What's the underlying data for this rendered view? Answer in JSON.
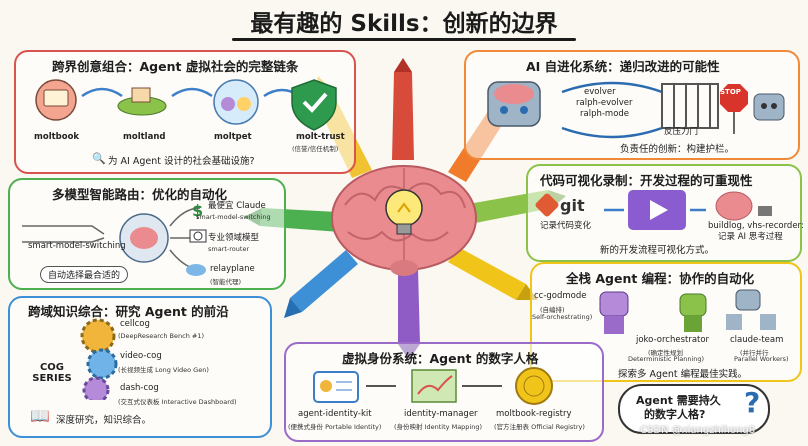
{
  "title": "最有趣的 Skills：创新的边界",
  "panels": {
    "social": {
      "title": "跨界创意组合：Agent 虚拟社会的完整链条",
      "items": [
        "moltbook",
        "moltland",
        "moltpet",
        "molt-trust"
      ],
      "item_sub": "(信誉/信任机制)",
      "note": "为 AI Agent 设计的社会基础设施?"
    },
    "evolution": {
      "title": "AI 自进化系统：递归改进的可能性",
      "loop": [
        "evolver",
        "ralph-evolver",
        "ralph-mode"
      ],
      "gate": "反压力门",
      "stop": "STOP",
      "note": "负责任的创新：构建护栏。"
    },
    "routing": {
      "title": "多模型智能路由：优化的自动化",
      "left_label": "smart-model-switching",
      "options": [
        {
          "name": "最便宜 Claude",
          "sub": "smart-model-switching"
        },
        {
          "name": "专业领域模型",
          "sub": "smart-router"
        },
        {
          "name": "relayplane",
          "sub": "(智能代理)"
        }
      ],
      "note": "自动选择最合适的"
    },
    "research": {
      "title": "跨域知识综合：研究 Agent 的前沿",
      "series": [
        "COG",
        "SERIES"
      ],
      "items": [
        {
          "name": "cellcog",
          "sub": "(DeepResearch Bench #1)"
        },
        {
          "name": "video-cog",
          "sub": "(长视频生成 Long Video Gen)"
        },
        {
          "name": "dash-cog",
          "sub": "(交互式仪表板 Interactive Dashboard)"
        }
      ],
      "note": "深度研究，知识综合。"
    },
    "recording": {
      "title": "代码可视化录制：开发过程的可重现性",
      "git_label": "git",
      "git_sub": "记录代码变化",
      "recorder": "buildlog, vhs-recorder:",
      "recorder_sub": "记录 AI 思考过程",
      "note": "新的开发流程可视化方式。"
    },
    "fullstack": {
      "title": "全栈 Agent 编程：协作的自动化",
      "items": [
        {
          "name": "cc-godmode",
          "sub1": "(自编排)",
          "sub2": "Self-orchestrating)"
        },
        {
          "name": "joko-orchestrator",
          "sub1": "(确定性规划",
          "sub2": "Deterministic Planning)"
        },
        {
          "name": "claude-team",
          "sub1": "(并行并行",
          "sub2": "Parallel Workers)"
        }
      ],
      "note": "探索多 Agent 编程最佳实践。"
    },
    "identity": {
      "title": "虚拟身份系统：Agent 的数字人格",
      "items": [
        {
          "name": "agent-identity-kit",
          "sub": "(便携式身份 Portable Identity)"
        },
        {
          "name": "identity-manager",
          "sub": "(身份映射 Identity Mapping)"
        },
        {
          "name": "moltbook-registry",
          "sub": "(官方注册表 Official Registry)"
        }
      ]
    }
  },
  "question": {
    "line1": "Agent 需要持久",
    "line2": "的数字人格?",
    "mark": "?"
  },
  "watermark": "CSDN @xiangzhihong8",
  "colors": {
    "red": "#d9534f",
    "orange": "#f08a3a",
    "green": "#4caf50",
    "blue": "#3d8fd6",
    "lightgreen": "#8bc34a",
    "yellow": "#f0c419",
    "purple": "#9a6bc9",
    "brain": "#e98b8f"
  },
  "icons": [
    "globe-icon",
    "island-icon",
    "pet-bubble-icon",
    "shield-check-icon",
    "robot-head-icon",
    "gate-icon",
    "stop-sign-icon",
    "brain-circuit-icon",
    "dollar-icon",
    "magnifier-icon",
    "cloud-icon",
    "gear-icon",
    "book-icon",
    "git-icon",
    "play-screen-icon",
    "robot-icon",
    "id-card-icon",
    "map-icon",
    "seal-icon",
    "lightbulb-icon",
    "crayon-icon"
  ]
}
